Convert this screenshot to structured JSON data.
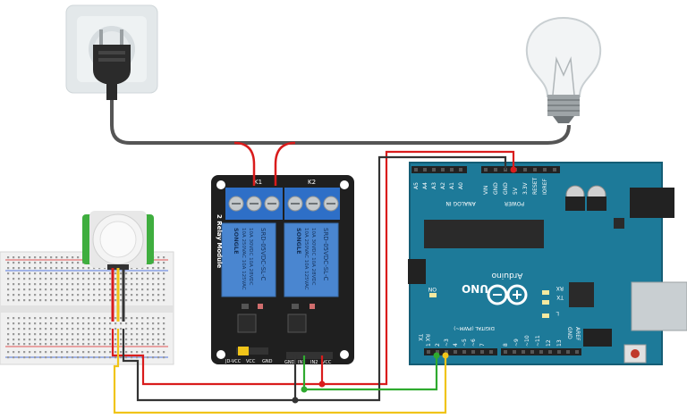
{
  "relay": {
    "channel_1": "K1",
    "channel_2": "K2",
    "module_label": "2 Relay Module",
    "brand": "SONGLE",
    "coil_spec": "SRD-05VDC-SL-C",
    "contact_spec_1": "10A 250VAC 10A 125VAC",
    "contact_spec_2": "10A 30VDC 10A 28VDC",
    "pin_jd_vcc": "JD-VCC",
    "pin_vcc": "VCC",
    "pin_gnd": "GND",
    "pin_gnd2": "GND",
    "pin_in1": "IN1",
    "pin_in2": "IN2",
    "pin_vcc2": "VCC"
  },
  "arduino": {
    "brand": "Arduino",
    "model": "UNO",
    "analog_label": "ANALOG IN",
    "power_label": "POWER",
    "digital_label": "DIGITAL (PWM~)",
    "on_label": "ON",
    "tx_led": "TX",
    "rx_led": "RX",
    "l_led": "L",
    "tx_pin": "TX",
    "rx_pin": "RX",
    "aref": "AREF",
    "gnd_top": "GND",
    "analog_pins": [
      "A5",
      "A4",
      "A3",
      "A2",
      "A1",
      "A0"
    ],
    "power_pins": [
      "VIN",
      "GND",
      "GND",
      "5V",
      "3.3V",
      "RESET",
      "IOREF"
    ],
    "digital_low": [
      "1",
      "2",
      "~3",
      "4",
      "~5",
      "~6",
      "7"
    ],
    "digital_high": [
      "8",
      "~9",
      "~10",
      "~11",
      "12",
      "13"
    ]
  },
  "colors": {
    "board_blue": "#1d7a99",
    "board_edge": "#145d75",
    "relay_black": "#1f1f1f",
    "relay_blue": "#4a86d0",
    "terminal_blue": "#2e6fc7",
    "wire_red": "#d91c1c",
    "wire_black": "#333333",
    "wire_green": "#2faa2f",
    "wire_yellow": "#f0c419",
    "cable_gray": "#555555",
    "pir_green": "#3fae3f"
  }
}
